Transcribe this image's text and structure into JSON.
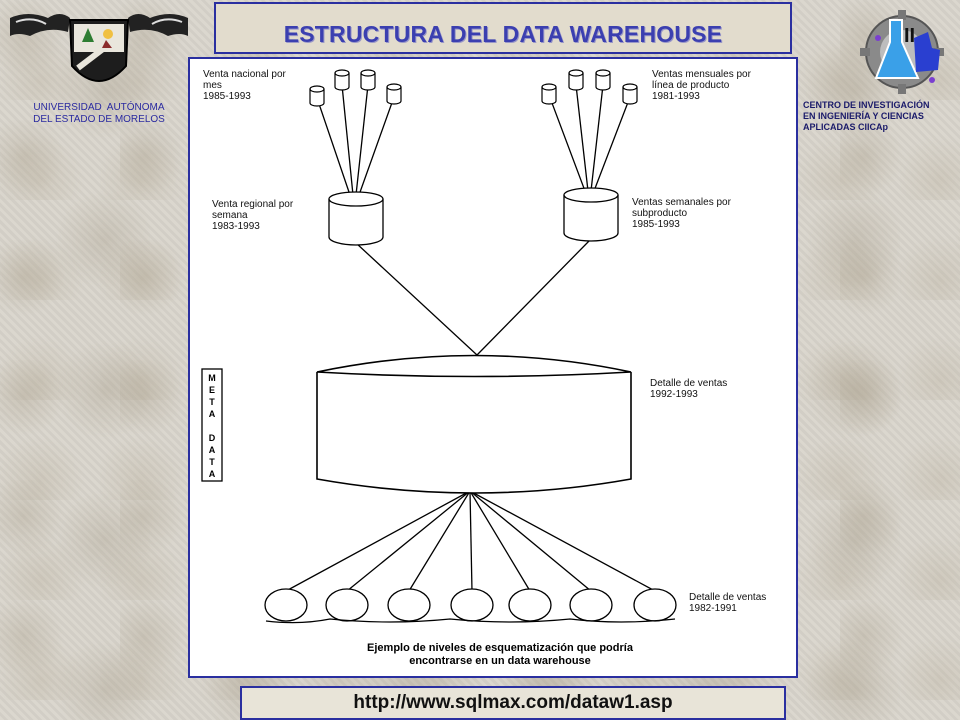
{
  "header": {
    "title": "ESTRUCTURA DEL DATA WAREHOUSE",
    "left_institution": [
      "UNIVERSIDAD  AUTÓNOMA",
      "DEL ESTADO DE MORELOS"
    ],
    "right_institution": [
      "CENTRO DE INVESTIGACIÓN",
      "EN INGENIERÍA Y CIENCIAS",
      "APLICADAS CIICAp"
    ]
  },
  "diagram": {
    "nodes": {
      "venta_nacional": [
        "Venta nacional por",
        "mes",
        "1985-1993"
      ],
      "ventas_mensuales": [
        "Ventas mensuales por",
        "línea de producto",
        "1981-1993"
      ],
      "venta_regional": [
        "Venta regional por",
        "semana",
        "1983-1993"
      ],
      "ventas_semanales": [
        "Ventas semanales por",
        "subproducto",
        "1985-1993"
      ],
      "detalle_1992": [
        "Detalle de ventas",
        "1992-1993"
      ],
      "detalle_1982": [
        "Detalle de ventas",
        "1982-1991"
      ]
    },
    "metadata_label": [
      "M",
      "E",
      "T",
      "A",
      "",
      "D",
      "A",
      "T",
      "A"
    ],
    "caption": [
      "Ejemplo de niveles de esquematización que podría",
      "encontrarse en un data warehouse"
    ]
  },
  "footer": {
    "url": "http://www.sqlmax.com/dataw1.asp"
  },
  "colors": {
    "frame_blue": "#2a2fa0",
    "title_blue": "#3b3fb0"
  }
}
